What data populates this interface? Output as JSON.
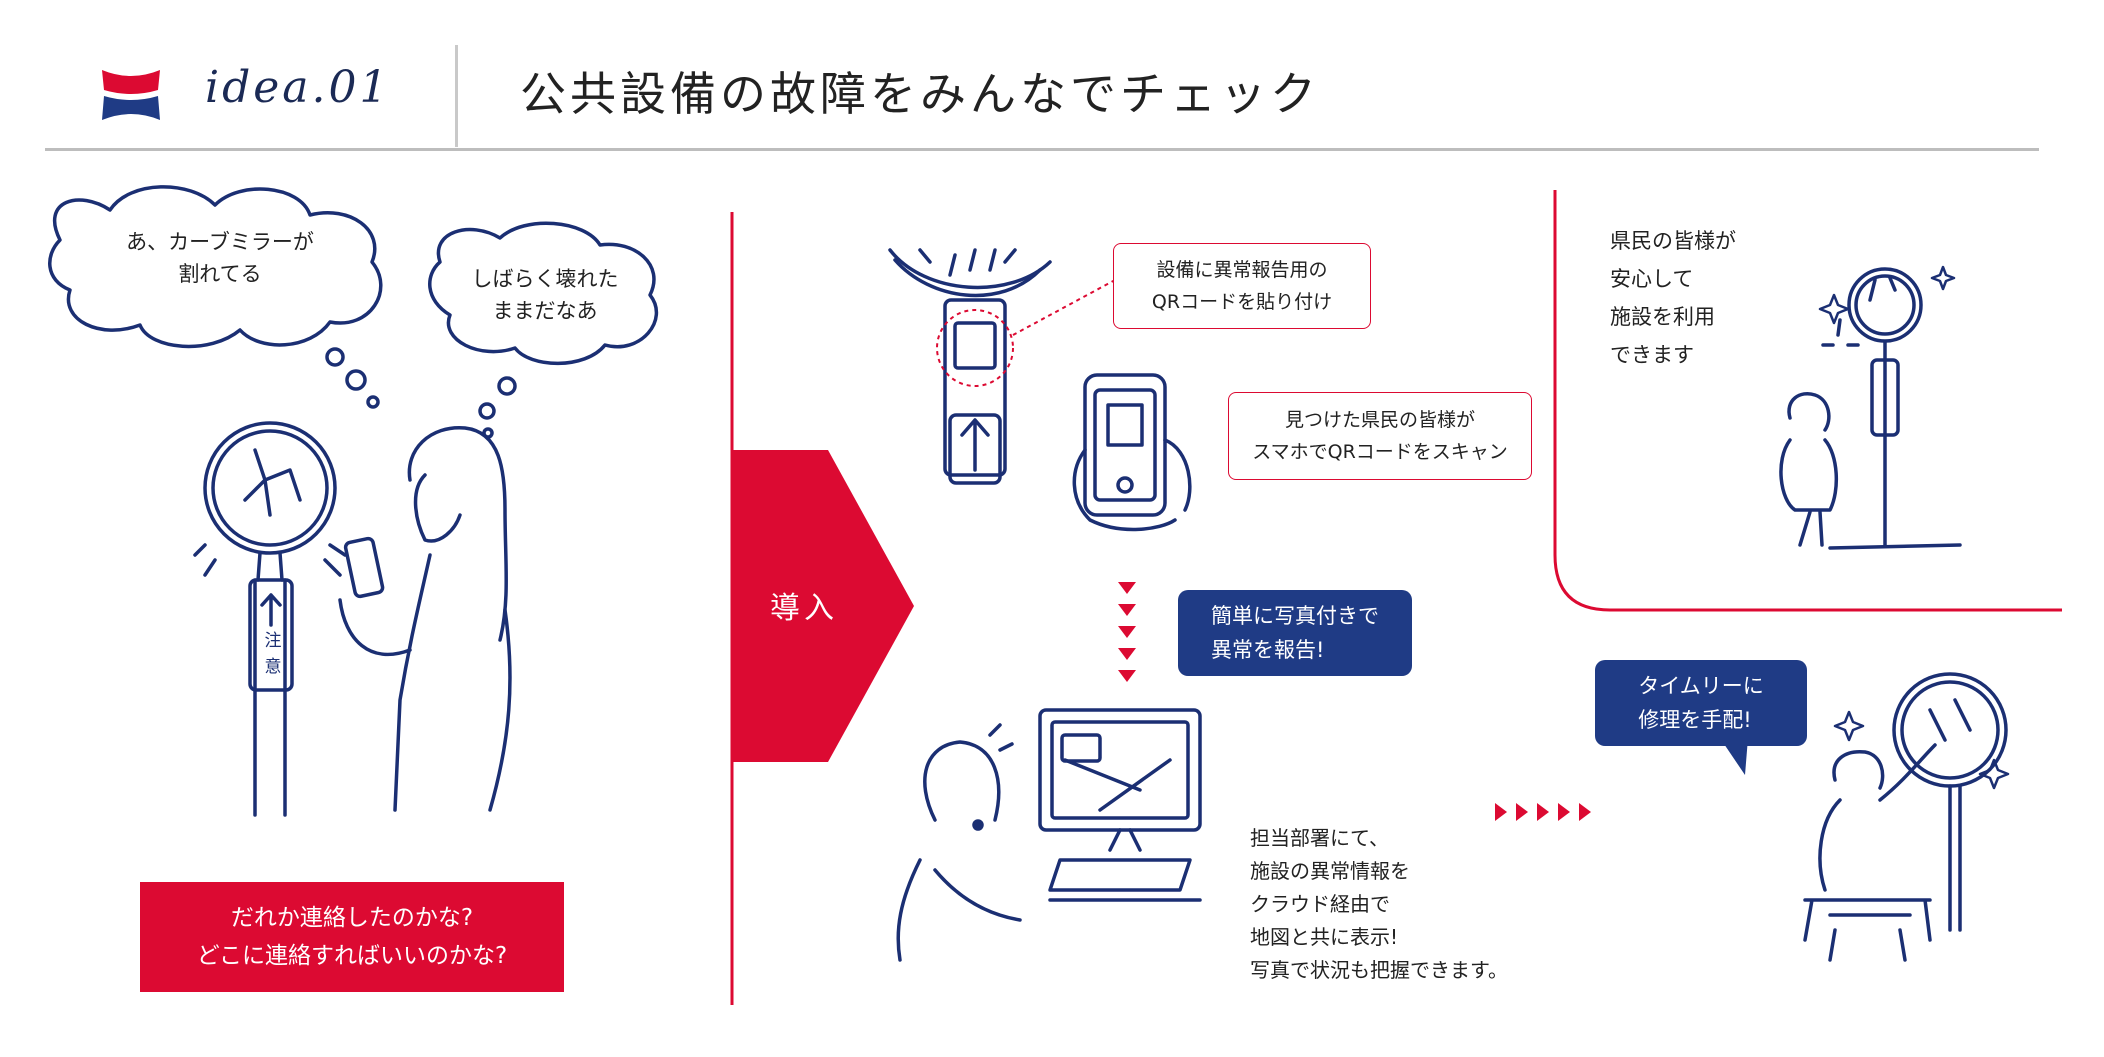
{
  "header": {
    "idea_label": "idea.01",
    "title": "公共設備の故障をみんなでチェック"
  },
  "problem": {
    "bubble_left": "あ、カーブミラーが\n割れてる",
    "bubble_right": "しばらく壊れた\nままだなあ",
    "sign_text": "注意",
    "question": "だれか連絡したのかな?\nどこに連絡すればいいのかな?"
  },
  "intro_label": "導入",
  "steps": {
    "qr_note": "設備に異常報告用の\nQRコードを貼り付け",
    "scan_note": "見つけた県民の皆様が\nスマホでQRコードをスキャン",
    "report_note": "簡単に写真付きで\n異常を報告!",
    "display_note": "担当部署にて、\n施設の異常情報を\nクラウド経由で\n地図と共に表示!\n写真で状況も把握できます。",
    "repair_note": "タイムリーに\n修理を手配!",
    "result_note": "県民の皆様が\n安心して\n施設を利用\nできます"
  },
  "colors": {
    "red": "#dc0a32",
    "navy": "#1f3b85",
    "ink": "#1b2f73"
  }
}
